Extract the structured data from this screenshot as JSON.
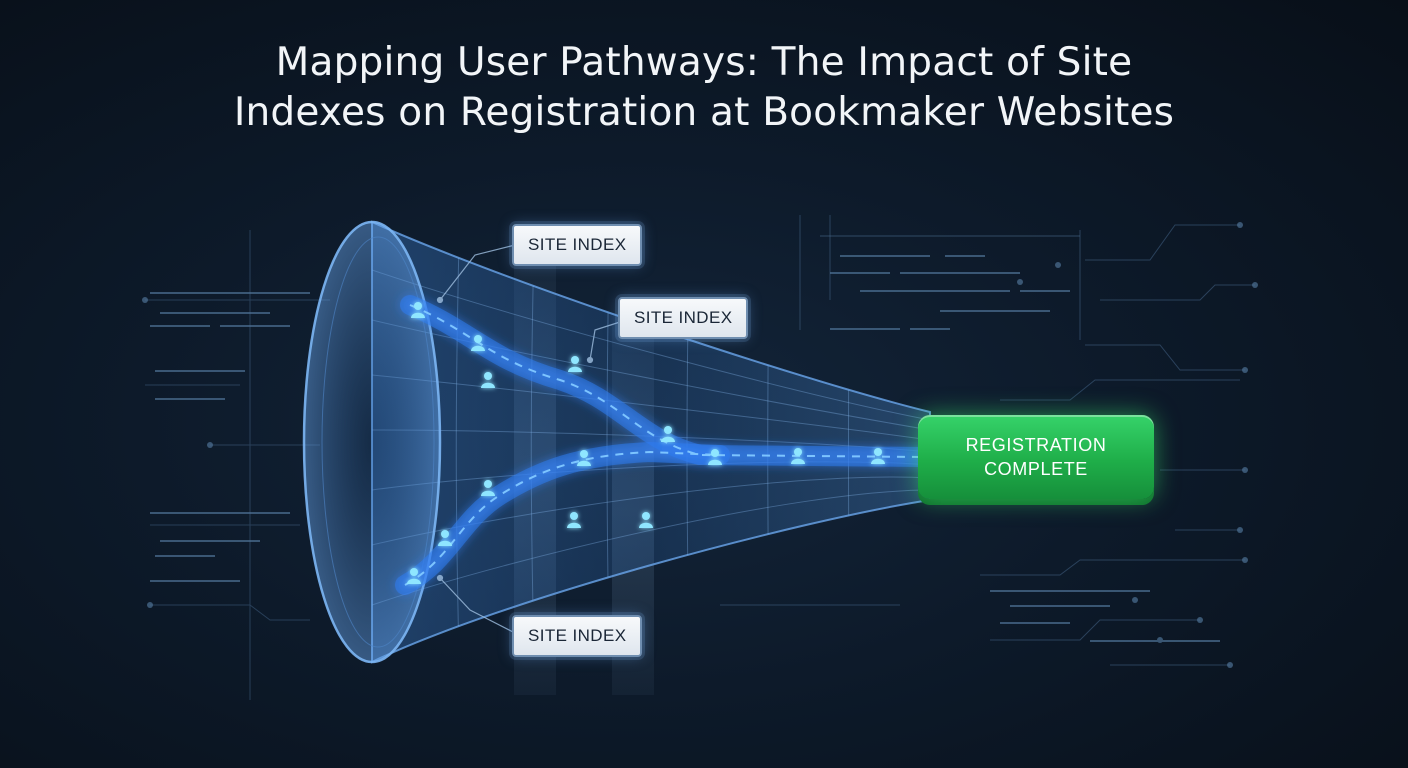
{
  "title": {
    "line1": "Mapping User Pathways: The Impact of Site",
    "line2": "Indexes on Registration at Bookmaker Websites"
  },
  "labels": {
    "site_index_top": "SITE INDEX",
    "site_index_middle": "SITE INDEX",
    "site_index_bottom": "SITE INDEX"
  },
  "goal": {
    "line1": "REGISTRATION",
    "line2": "COMPLETE"
  },
  "colors": {
    "background": "#0d1a2a",
    "funnel": "#4a8fe0",
    "path": "#3f8cff",
    "user_icon": "#8fe6ff",
    "goal": "#22b44f"
  },
  "icons": [
    "user-icon"
  ]
}
